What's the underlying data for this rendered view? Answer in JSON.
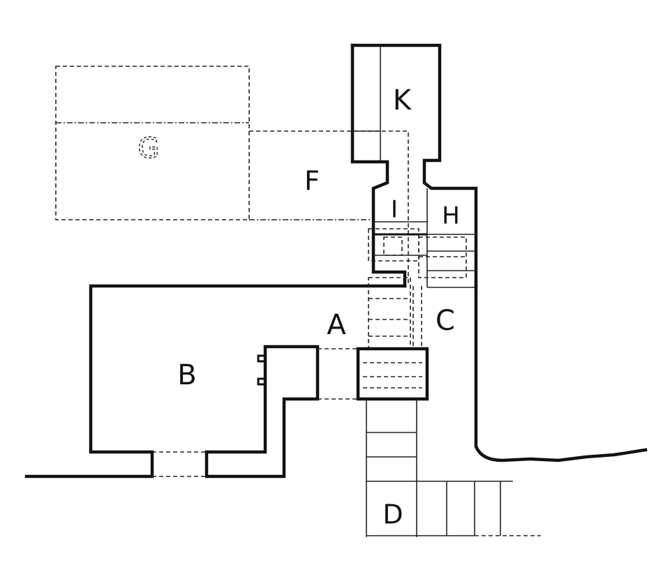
{
  "labels": {
    "a": "A",
    "b": "B",
    "c": "C",
    "d": "D",
    "f": "F",
    "g": "G",
    "h": "H",
    "i": "I",
    "k": "K"
  }
}
